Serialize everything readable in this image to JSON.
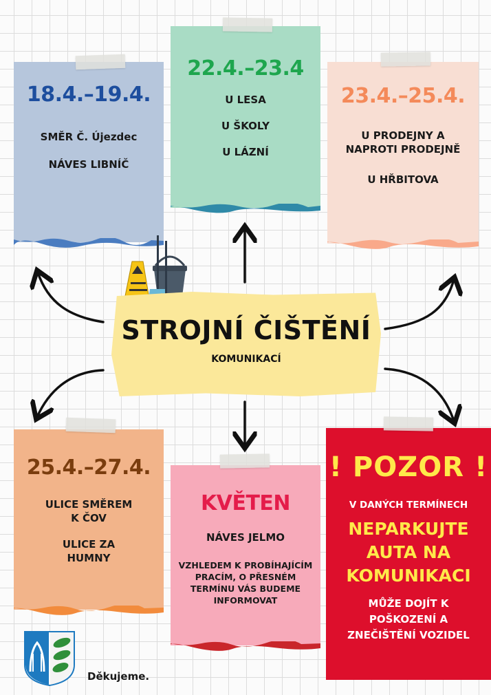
{
  "center": {
    "title": "STROJNÍ ČIŠTĚNÍ",
    "subtitle": "KOMUNIKACÍ"
  },
  "cards": [
    {
      "date": "18.4.–19.4.",
      "lines": [
        "SMĚR Č. Újezdec",
        "NÁVES LIBNÍČ"
      ]
    },
    {
      "date": "22.4.–23.4",
      "lines": [
        "U LESA",
        "U ŠKOLY",
        "U LÁZNÍ"
      ]
    },
    {
      "date": "23.4.–25.4.",
      "lines": [
        "U PRODEJNY A",
        "NAPROTI PRODEJNĚ",
        "U HŘBITOVA"
      ]
    },
    {
      "date": "25.4.–27.4.",
      "lines": [
        "ULICE SMĚREM",
        "K ČOV",
        "ULICE ZA",
        "HUMNY"
      ]
    },
    {
      "date": "KVĚTEN",
      "lines": [
        "NÁVES JELMO",
        "VZHLEDEM K PROBÍHAJÍCÍM",
        "PRACÍM, O PŘESNÉM",
        "TERMÍNU VÁS BUDEME",
        "INFORMOVAT"
      ]
    }
  ],
  "warning": {
    "title": "! POZOR !",
    "intro": "V DANÝCH TERMÍNECH",
    "highlight": [
      "NEPARKUJTE",
      "AUTA NA",
      "KOMUNIKACI"
    ],
    "outro": [
      "MŮŽE DOJÍT K",
      "POŠKOZENÍ A",
      "ZNEČIŠTĚNÍ VOZIDEL"
    ]
  },
  "footer": {
    "thanks": "Děkujeme."
  },
  "icons": [
    "wet-floor-sign-icon",
    "mop-bucket-icon",
    "broom-icon",
    "municipal-coat-of-arms-icon"
  ],
  "colors": {
    "card1": "#b6c6dc",
    "card2": "#a9dcc5",
    "card3": "#f8ded3",
    "card4": "#f2b48a",
    "card5": "#f7aaba",
    "warning": "#dd0f2c",
    "center": "#fbe89a",
    "highlight_text": "#ffe94a"
  }
}
